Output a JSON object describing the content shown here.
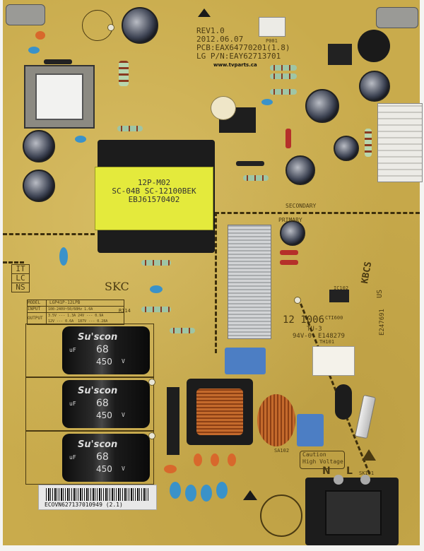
{
  "board": {
    "revision": "REV1.0",
    "date": "2012.06.07",
    "pcb": "PCB:EAX64770201(1.8)",
    "part_number": "LG P/N:EAY62713701",
    "watermark": "www.tvparts.ca"
  },
  "transformer_label": {
    "line1": "12P-M02",
    "line2": "SC-04B SC-12100BEK",
    "line3": "EBJ61570402"
  },
  "model_table": {
    "model_label": "MODEL",
    "model_value": "LGP41P-12LPB",
    "input_label": "INPUT",
    "input_value": "100-240V~50/60Hz 1.0A",
    "output_label": "OUTPUT",
    "output_values": [
      "3.5V --- 1.3A",
      "24V --- 0.9A",
      "12V --- 0.6A",
      "187V --- 0.28A"
    ]
  },
  "it_lc_ns": [
    "IT",
    "LC",
    "NS"
  ],
  "markings": {
    "skc": "SKC",
    "kbcs": "KBCS",
    "secondary": "SECONDARY",
    "primary": "PRIMARY",
    "ul_code": "12 1006",
    "cti": "CTI600",
    "tu": "TU-3",
    "flammability": "94V-0",
    "ul_file": "E148279",
    "ul_file2": "E247691",
    "ul_us": "US",
    "ic": "IC102",
    "caution_line1": "Caution",
    "caution_line2": "High Voltage",
    "neutral": "N",
    "line": "L",
    "socket": "SK101",
    "thermistor": "TH101",
    "choke": "SA102",
    "r114": "R114",
    "p001": "P001"
  },
  "capacitors": [
    {
      "brand": "Su'scon",
      "value": "68",
      "unit": "uF",
      "voltage": "450",
      "volt_unit": "V"
    },
    {
      "brand": "Su'scon",
      "value": "68",
      "unit": "uF",
      "voltage": "450",
      "volt_unit": "V"
    },
    {
      "brand": "Su'scon",
      "value": "68",
      "unit": "uF",
      "voltage": "450",
      "volt_unit": "V"
    }
  ],
  "barcode_text": "ECOVN627137010949 (2.1)"
}
